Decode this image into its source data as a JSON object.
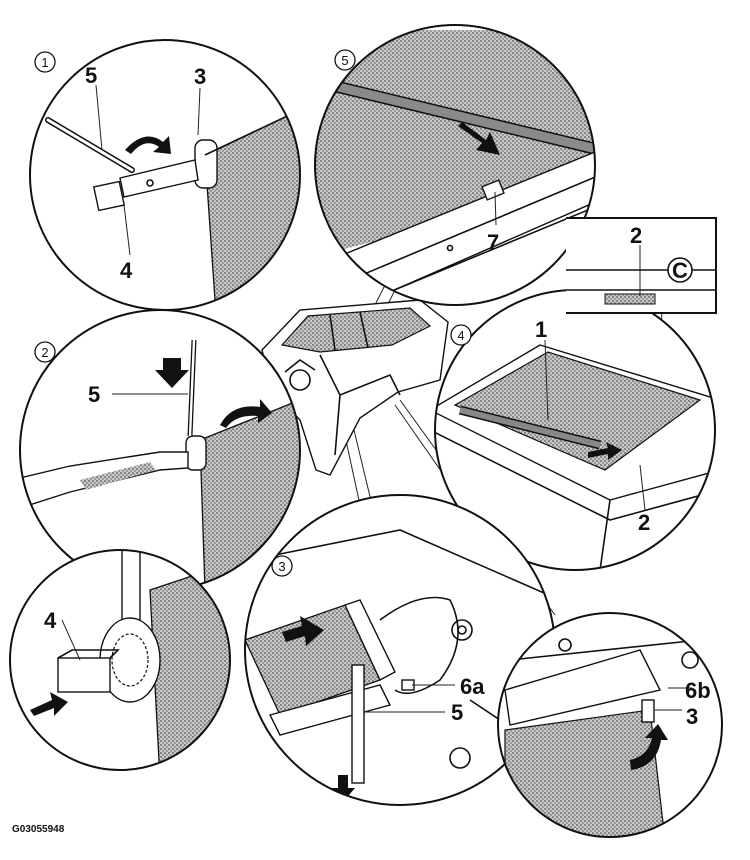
{
  "figure_code": "G03055948",
  "steps": [
    "1",
    "2",
    "3",
    "4",
    "5"
  ],
  "callouts": {
    "d1_5": "5",
    "d1_3": "3",
    "d1_4": "4",
    "d2_5": "5",
    "d2_4": "4",
    "d3_6a": "6a",
    "d3_5": "5",
    "d4_1": "1",
    "d4_2a": "2",
    "d4_2b": "2",
    "d4_c": "C",
    "d5_7": "7",
    "d6_6b": "6b",
    "d6_3": "3"
  },
  "colors": {
    "ink": "#111111",
    "fabric": "#9a9a9a",
    "background": "#ffffff"
  }
}
